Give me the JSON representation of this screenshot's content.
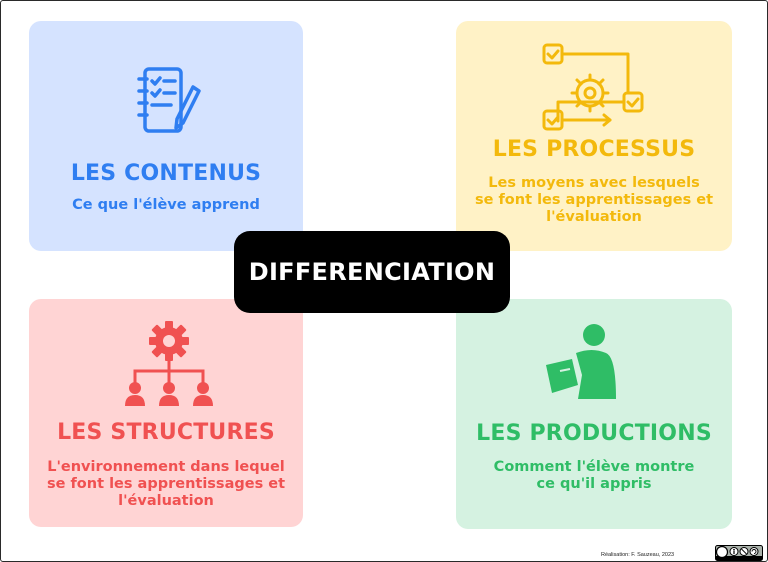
{
  "center": {
    "title": "DIFFERENCIATION"
  },
  "cards": {
    "contenus": {
      "title": "LES CONTENUS",
      "desc": "Ce que l'élève apprend",
      "icon": "checklist-notebook-icon",
      "color": "#2f7ef1"
    },
    "processus": {
      "title": "LES PROCESSUS",
      "desc": "Les moyens avec lesquels\nse font les apprentissages et\nl'évaluation",
      "icon": "workflow-gear-icon",
      "color": "#f3b90c"
    },
    "structures": {
      "title": "LES STRUCTURES",
      "desc": "L'environnement dans lequel\nse font les apprentissages et\nl'évaluation",
      "icon": "org-structure-gear-icon",
      "color": "#f05151"
    },
    "productions": {
      "title": "LES PRODUCTIONS",
      "desc": "Comment l'élève montre\nce qu'il appris",
      "icon": "student-reading-icon",
      "color": "#2fbd66"
    }
  },
  "footer": {
    "credit": "Réalisation: F. Sauzeau, 2023",
    "license_badge": "cc-by-nc-sa-badge-icon"
  }
}
